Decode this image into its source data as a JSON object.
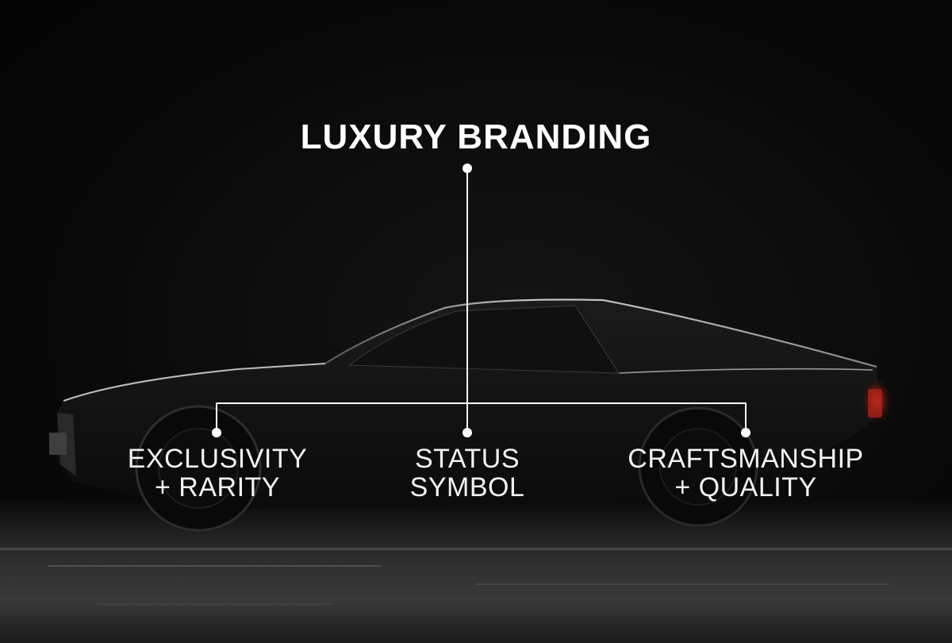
{
  "diagram": {
    "title": "LUXURY BRANDING",
    "nodes": [
      {
        "line1": "EXCLUSIVITY",
        "line2": "+ RARITY"
      },
      {
        "line1": "STATUS",
        "line2": "SYMBOL"
      },
      {
        "line1": "CRAFTSMANSHIP",
        "line2": "+ QUALITY"
      }
    ],
    "edges": [
      {
        "from": "LUXURY BRANDING",
        "to": "EXCLUSIVITY + RARITY"
      },
      {
        "from": "LUXURY BRANDING",
        "to": "STATUS SYMBOL"
      },
      {
        "from": "LUXURY BRANDING",
        "to": "CRAFTSMANSHIP + QUALITY"
      }
    ]
  },
  "background": {
    "image": "dark car silhouette photo",
    "colors": {
      "sky": "#060606",
      "ground": "#3a3a3a",
      "car_highlight": "#d8d8d8",
      "tail_light": "#c0261b"
    }
  },
  "colors": {
    "text": "#ffffff",
    "connector": "#ffffff"
  }
}
